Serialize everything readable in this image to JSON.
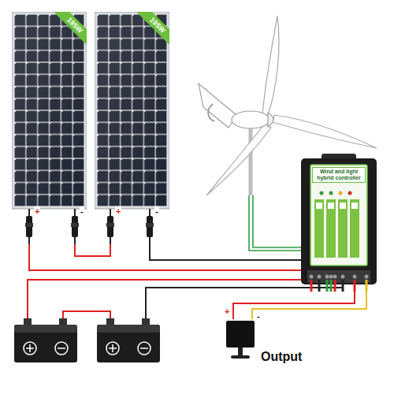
{
  "diagram": {
    "nodes": [
      {
        "text": [
          "195W"
        ]
      },
      {
        "text": [
          "195W"
        ]
      },
      {
        "text": [
          "Wind and light hybrid controller"
        ]
      },
      {
        "text": [
          "Output"
        ]
      }
    ],
    "edges": [
      {
        "from": 0,
        "to": 1,
        "arrow": "none"
      },
      {
        "from": 0,
        "to": 2,
        "arrow": "none"
      },
      {
        "from": 1,
        "to": 2,
        "arrow": "none"
      },
      {
        "from": 2,
        "to": 3,
        "arrow": "none"
      },
      {
        "from": 2,
        "to": 3,
        "arrow": "none"
      }
    ],
    "labels": [
      "+",
      "-",
      "+",
      "-",
      "+",
      "-"
    ]
  }
}
